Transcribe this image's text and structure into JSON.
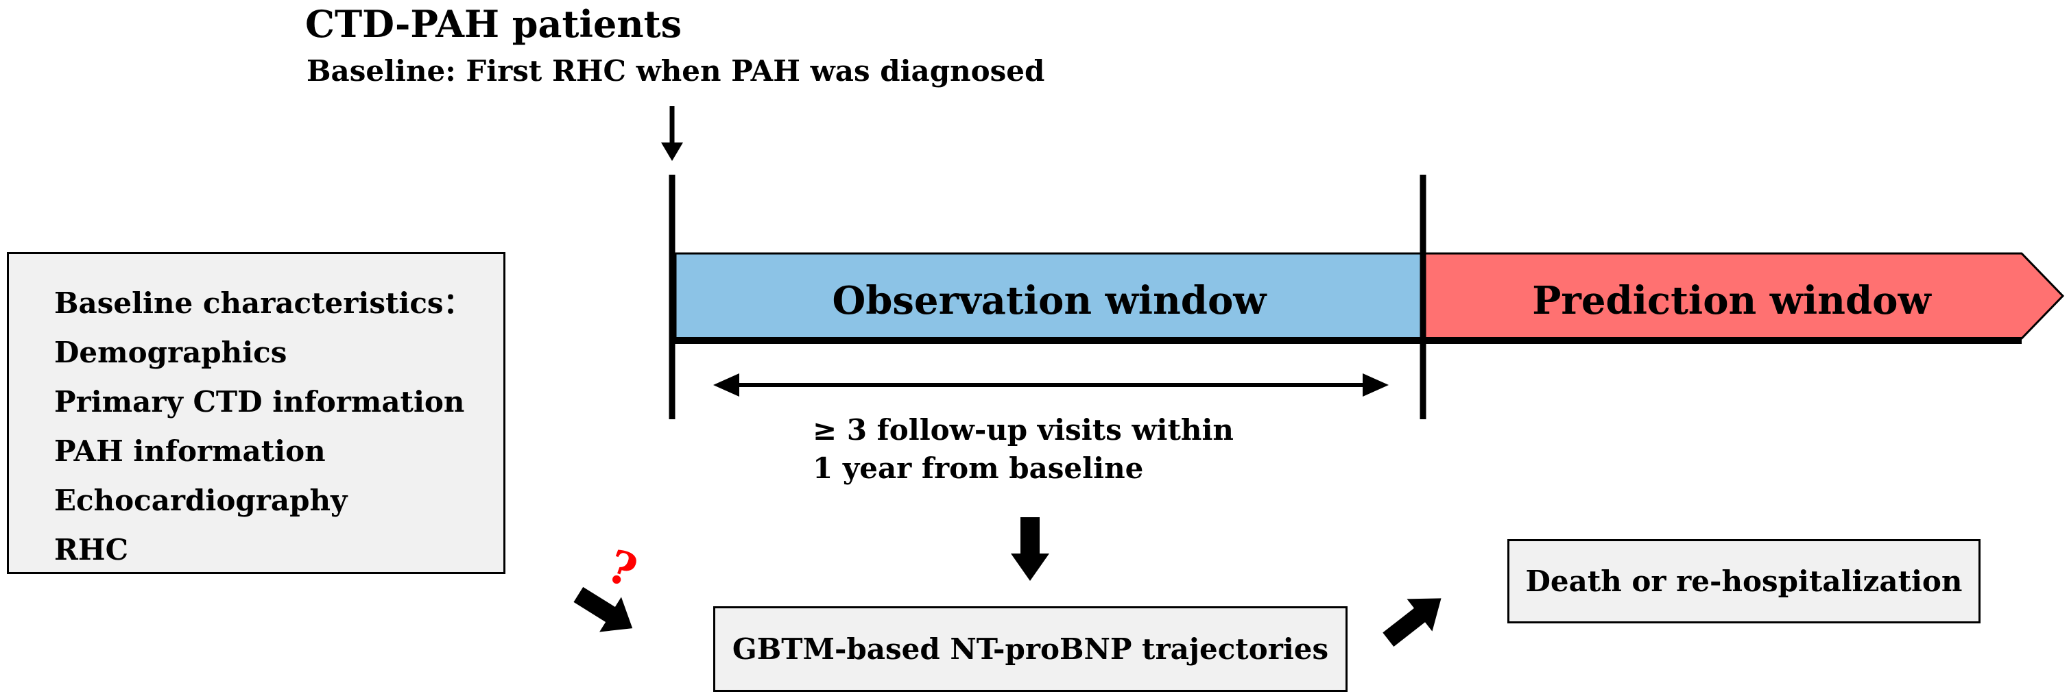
{
  "header": {
    "title": "CTD-PAH patients",
    "subtitle": "Baseline: First RHC when PAH was diagnosed"
  },
  "timeline": {
    "observation_label": "Observation window",
    "prediction_label": "Prediction window",
    "observation_color": "#8cc3e6",
    "prediction_color": "#ff7171",
    "visits_line1": "≥ 3 follow-up visits within",
    "visits_line2": "1 year from baseline"
  },
  "baseline_box": {
    "heading": "Baseline characteristics：",
    "items": [
      "Demographics",
      "Primary CTD information",
      "PAH information",
      "Echocardiography",
      "RHC"
    ]
  },
  "gbtm_box": {
    "label": "GBTM-based NT-proBNP trajectories"
  },
  "outcome_box": {
    "label": "Death or re-hospitalization"
  },
  "question_mark": "?",
  "box_fill": "#f1f1f1",
  "question_color": "#ff0000"
}
